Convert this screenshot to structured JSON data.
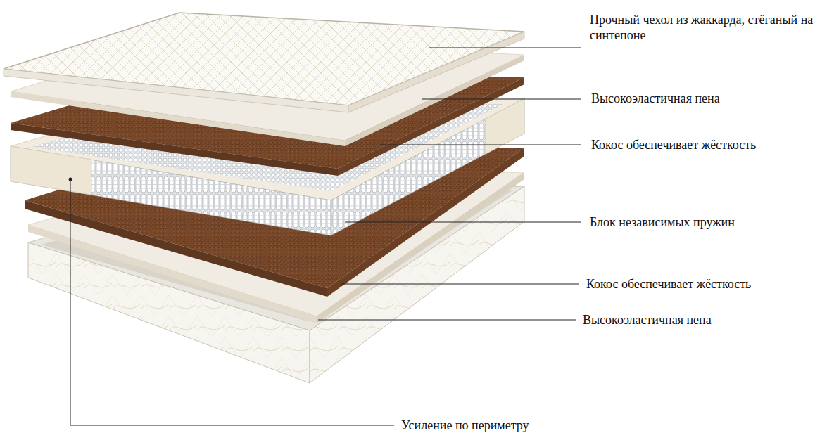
{
  "diagram": {
    "labels": [
      "Прочный чехол из жаккарда, стёганый на синтепоне",
      "Высокоэластичная пена",
      "Кокос обеспечивает жёсткость",
      "Блок независимых пружин",
      "Кокос обеспечивает жёсткость",
      "Высокоэластичная пена",
      "Усиление по периметру"
    ]
  }
}
